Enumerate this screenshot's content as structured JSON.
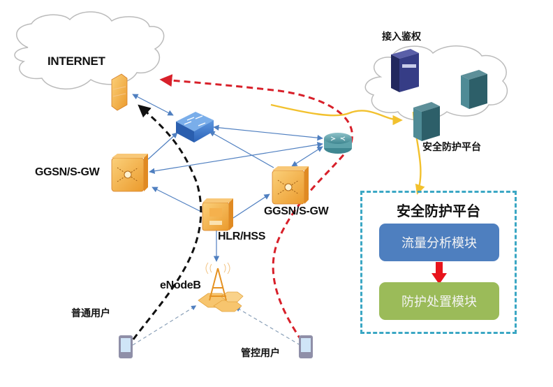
{
  "labels": {
    "internet": "INTERNET",
    "auth": "接入鉴权",
    "security_platform_server": "安全防护平台",
    "ggsn_left": "GGSN/S-GW",
    "ggsn_right": "GGSN/S-GW",
    "hlr_hss": "HLR/HSS",
    "enodeb": "eNodeB",
    "normal_user": "普通用户",
    "controlled_user": "管控用户"
  },
  "platform": {
    "title": "安全防护平台",
    "modules": [
      "流量分析模块",
      "防护处置模块"
    ]
  },
  "icons": {
    "firewall": "firewall-icon",
    "switch": "switch-icon",
    "router": "router-icon",
    "radius_server": "radius-server-icon",
    "server": "server-icon",
    "gateway": "gateway-icon",
    "hlr": "hlr-icon",
    "base_station": "base-station-icon",
    "phone": "phone-icon"
  },
  "colors": {
    "link_blue": "#4f7fc0",
    "internet_path_black": "#111111",
    "controlled_path_red": "#d8202a",
    "mirror_yellow": "#f2c12e",
    "platform_border": "#3ba7c4",
    "module_blue": "#4e7fbf",
    "module_green": "#9bbb59",
    "device_orange": "#f2a93b"
  }
}
